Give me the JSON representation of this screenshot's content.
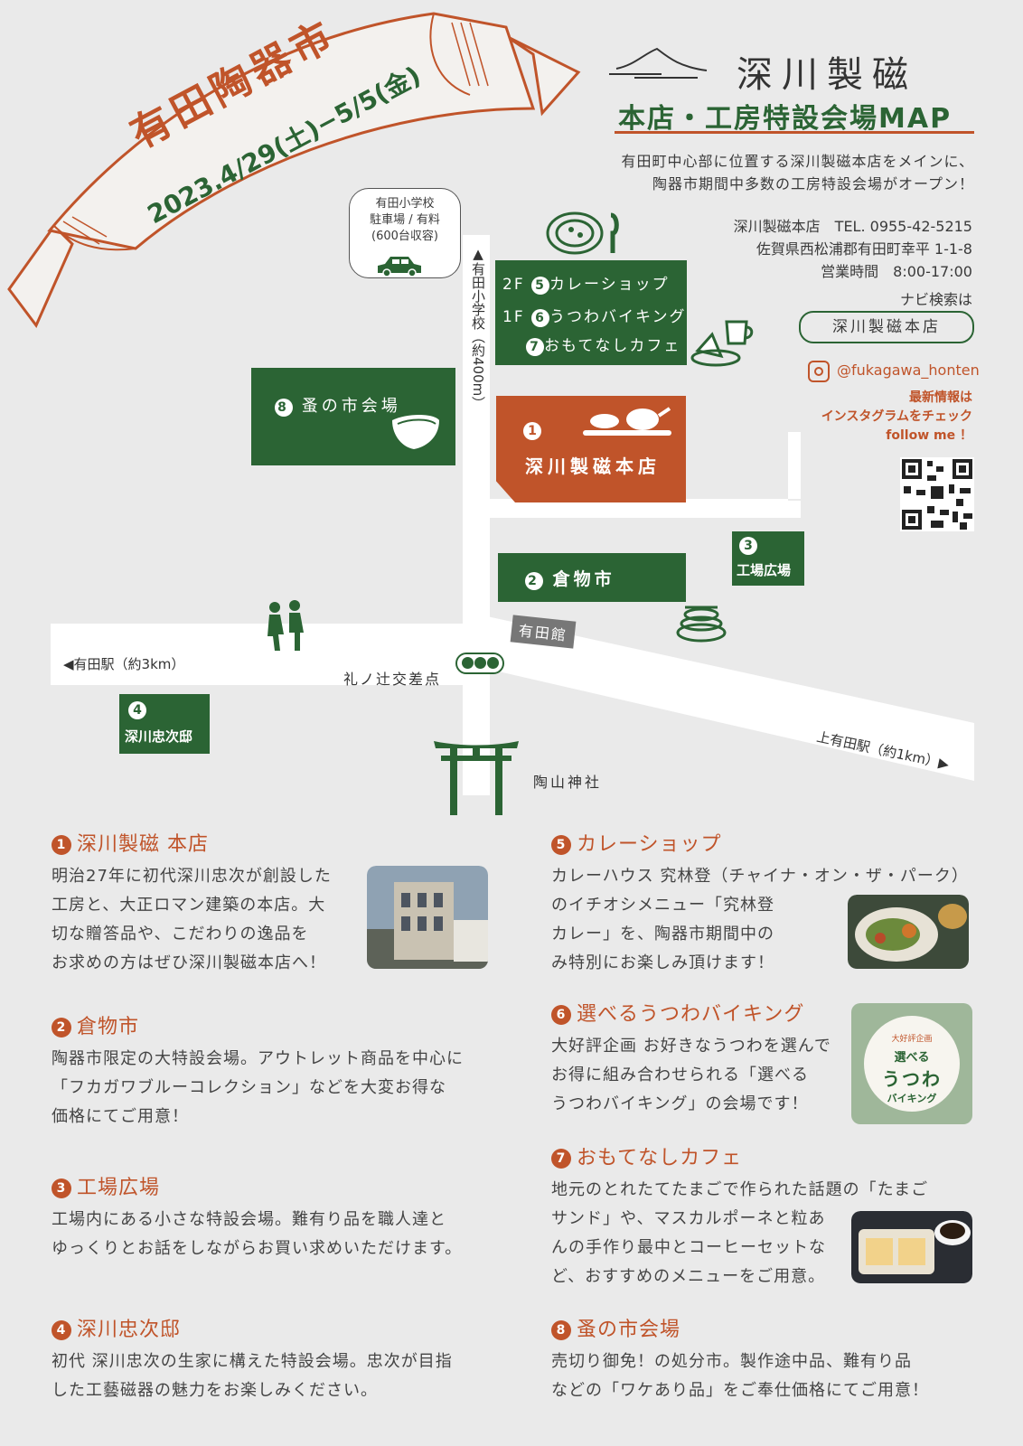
{
  "banner": {
    "title": "有田陶器市",
    "dates": "2023.4/29(土)−5/5(金)"
  },
  "brand": {
    "name": "深川製磁",
    "subtitle": "本店・工房特設会場MAP"
  },
  "intro": [
    "有田町中心部に位置する深川製磁本店をメインに、",
    "陶器市期間中多数の工房特設会場がオープン！"
  ],
  "contact": {
    "tel": "深川製磁本店　TEL. 0955-42-5215",
    "address": "佐賀県西松浦郡有田町幸平 1-1-8",
    "hours": "営業時間　8:00-17:00",
    "navi_label": "ナビ検索は",
    "navi_button": "深川製磁本店",
    "instagram": "@fukagawa_honten",
    "insta_note1": "最新情報は",
    "insta_note2": "インスタグラムをチェック",
    "insta_note3": "follow me ！"
  },
  "map": {
    "parking": [
      "有田小学校",
      "駐車場 / 有料",
      "(600台収容)"
    ],
    "school_road": "▲有田小学校（約400m）",
    "b1_num": "1",
    "b1_label": "深川製磁本店",
    "b2_num": "2",
    "b2_label": "倉物市",
    "b3_num": "3",
    "b3_label": "工場広場",
    "b4_num": "4",
    "b4_label": "深川忠次邸",
    "b5_floor": "2F",
    "b5_num": "5",
    "b5_label": "カレーショップ",
    "b6_floor": "1F",
    "b6_num": "6",
    "b6_label": "うつわバイキング",
    "b7_num": "7",
    "b7_label": "おもてなしカフェ",
    "b8_num": "8",
    "b8_label": "蚤の市会場",
    "arita_station": "◀有田駅（約3km）",
    "intersection": "礼ノ辻交差点",
    "aritakan": "有田館",
    "kami_arita": "上有田駅（約1km）▶",
    "shrine": "陶山神社"
  },
  "sections": {
    "s1": {
      "num": "1",
      "title": "深川製磁 本店",
      "lines": [
        "明治27年に初代深川忠次が創設した",
        "工房と、大正ロマン建築の本店。大",
        "切な贈答品や、こだわりの逸品を",
        "お求めの方はぜひ深川製磁本店へ！"
      ]
    },
    "s2": {
      "num": "2",
      "title": "倉物市",
      "lines": [
        "陶器市限定の大特設会場。アウトレット商品を中心に",
        "「フカガワブルーコレクション」などを大変お得な",
        "価格にてご用意！"
      ]
    },
    "s3": {
      "num": "3",
      "title": "工場広場",
      "lines": [
        "工場内にある小さな特設会場。難有り品を職人達と",
        "ゆっくりとお話をしながらお買い求めいただけます。"
      ]
    },
    "s4": {
      "num": "4",
      "title": "深川忠次邸",
      "lines": [
        "初代 深川忠次の生家に構えた特設会場。忠次が目指",
        "した工藝磁器の魅力をお楽しみください。"
      ]
    },
    "s5": {
      "num": "5",
      "title": "カレーショップ",
      "lines": [
        "カレーハウス 究林登（チャイナ・オン・ザ・パーク）",
        "のイチオシメニュー「究林登",
        "カレー」を、陶器市期間中の",
        "み特別にお楽しみ頂けます！"
      ]
    },
    "s6": {
      "num": "6",
      "title": "選べるうつわバイキング",
      "lines": [
        "大好評企画 お好きなうつわを選んで",
        "お得に組み合わせられる「選べる",
        "うつわバイキング」の会場です！"
      ],
      "badge": [
        "大好評企画",
        "選べる",
        "うつわ",
        "バイキング"
      ]
    },
    "s7": {
      "num": "7",
      "title": "おもてなしカフェ",
      "lines": [
        "地元のとれたてたまごで作られた話題の「たまご",
        "サンド」や、マスカルポーネと粒あ",
        "んの手作り最中とコーヒーセットな",
        "ど、おすすめのメニューをご用意。"
      ]
    },
    "s8": {
      "num": "8",
      "title": "蚤の市会場",
      "lines": [
        "売切り御免！の処分市。製作途中品、難有り品",
        "などの「ワケあり品」をご奉仕価格にてご用意！"
      ]
    }
  },
  "colors": {
    "green": "#2b6434",
    "rust": "#c0542a",
    "bg": "#eaeaea"
  }
}
